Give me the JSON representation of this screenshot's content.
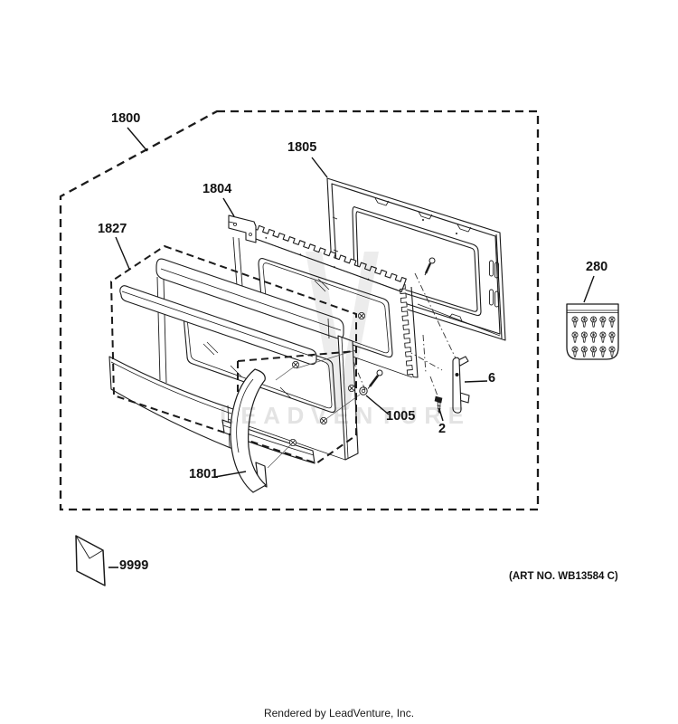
{
  "parts": {
    "p1800": {
      "label": "1800"
    },
    "p1805": {
      "label": "1805"
    },
    "p1804": {
      "label": "1804"
    },
    "p1827": {
      "label": "1827"
    },
    "p280": {
      "label": "280"
    },
    "p6": {
      "label": "6"
    },
    "p2": {
      "label": "2"
    },
    "p1005": {
      "label": "1005"
    },
    "p1801": {
      "label": "1801"
    },
    "p9999": {
      "label": "9999"
    }
  },
  "artwork": {
    "art_no": "(ART NO. WB13584 C)",
    "watermark_text": "LEADVENTURE"
  },
  "icons": {
    "envelope": "envelope-icon",
    "hardware_bag": "screw-bag-icon"
  },
  "footer": {
    "text": "Rendered by LeadVenture, Inc."
  }
}
